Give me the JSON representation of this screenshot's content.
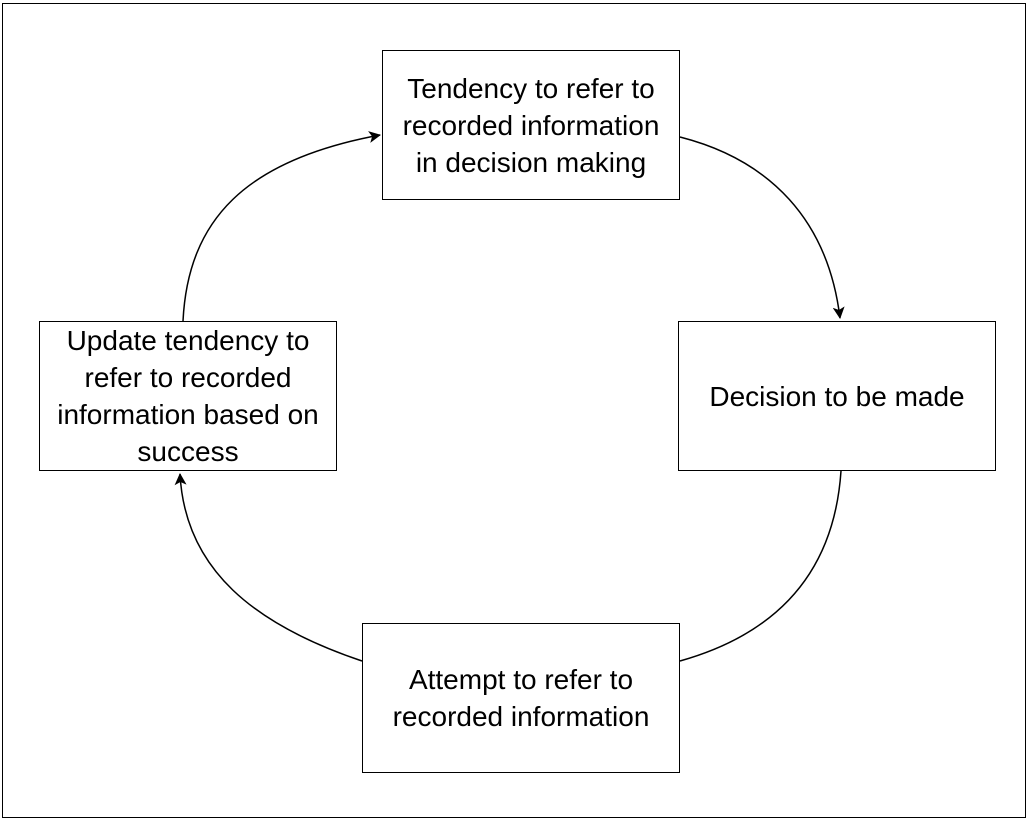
{
  "diagram": {
    "type": "cycle",
    "line_color": "#000000",
    "nodes": {
      "tendency": {
        "label": "Tendency to refer to recorded information in decision making"
      },
      "decision": {
        "label": "Decision to be made"
      },
      "attempt": {
        "label": "Attempt to refer to recorded information"
      },
      "update": {
        "label": "Update tendency to refer to recorded information based on success"
      }
    },
    "edges": [
      {
        "from": "tendency",
        "to": "decision",
        "arrowhead": true
      },
      {
        "from": "decision",
        "to": "attempt",
        "arrowhead": false
      },
      {
        "from": "attempt",
        "to": "update",
        "arrowhead": true
      },
      {
        "from": "update",
        "to": "tendency",
        "arrowhead": true
      }
    ]
  }
}
